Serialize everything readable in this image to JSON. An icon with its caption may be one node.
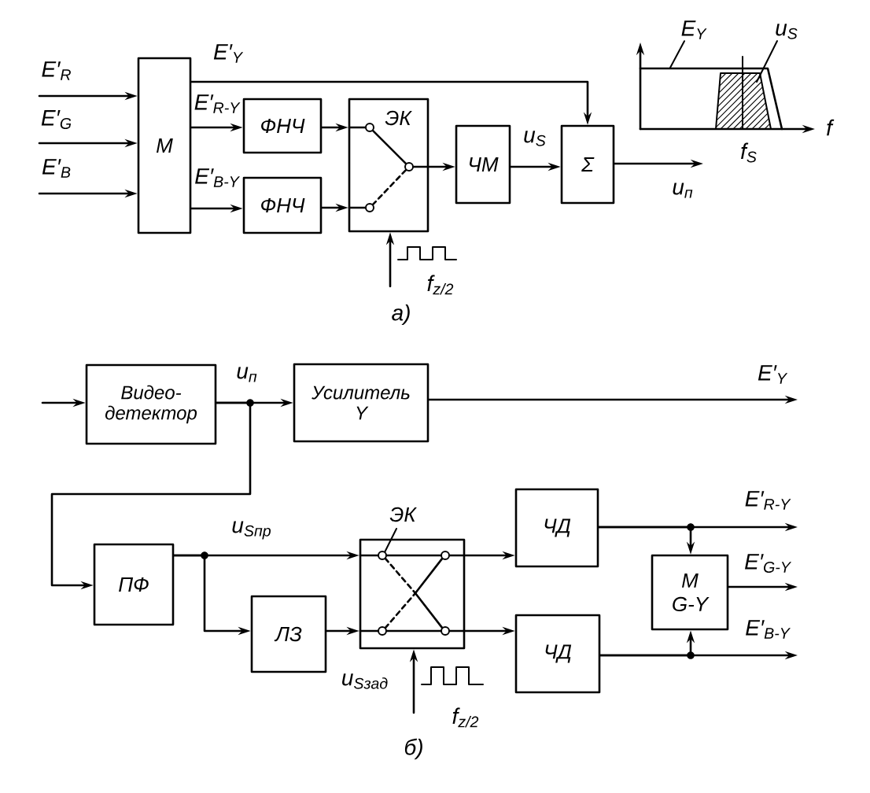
{
  "diagram": {
    "nodes": [
      {
        "text": [
          "М"
        ]
      },
      {
        "text": [
          "ФНЧ"
        ]
      },
      {
        "text": [
          "ФНЧ"
        ]
      },
      {
        "text": [
          "ЭК"
        ]
      },
      {
        "text": [
          "ЧМ"
        ]
      },
      {
        "text": [
          "Σ"
        ]
      },
      {
        "text": [
          "E$_{Y}$"
        ]
      },
      {
        "text": [
          "u$_{S}$"
        ]
      },
      {
        "text": [
          "Видео- детектор"
        ]
      },
      {
        "text": [
          "Усилитель Y"
        ]
      },
      {
        "text": [
          "ПФ"
        ]
      },
      {
        "text": [
          "ЛЗ"
        ]
      },
      {
        "text": [
          "ЭК"
        ]
      },
      {
        "text": [
          "ЧД"
        ]
      },
      {
        "text": [
          "ЧД"
        ]
      },
      {
        "text": [
          "М G-Y"
        ]
      }
    ],
    "edges": [
      {
        "from": null,
        "to": 0,
        "arrow": "to",
        "label": "E′$_{R}$"
      },
      {
        "from": null,
        "to": 0,
        "arrow": "to",
        "label": "E′$_{G}$"
      },
      {
        "from": null,
        "to": 0,
        "arrow": "to",
        "label": "E′$_{B}$"
      },
      {
        "from": 0,
        "to": 5,
        "arrow": "to",
        "label": "E′$_{Y}$"
      },
      {
        "from": 0,
        "to": 1,
        "arrow": "to",
        "label": "E′$_{R-Y}$"
      },
      {
        "from": 0,
        "to": 2,
        "arrow": "to",
        "label": "E′$_{B-Y}$"
      },
      {
        "from": 1,
        "to": 3,
        "arrow": "to"
      },
      {
        "from": 2,
        "to": 3,
        "arrow": "to"
      },
      {
        "from": null,
        "to": 3,
        "arrow": "to",
        "label": "f$_{z/2}$"
      },
      {
        "from": 3,
        "to": 4,
        "arrow": "to"
      },
      {
        "from": 4,
        "to": 5,
        "arrow": "to",
        "label": "u$_{S}$"
      },
      {
        "from": 5,
        "to": null,
        "arrow": "to",
        "label": "u$_{п}$"
      },
      {
        "from": 6,
        "to": null,
        "arrow": "none"
      },
      {
        "from": 7,
        "to": null,
        "arrow": "none"
      },
      {
        "from": null,
        "to": 8,
        "arrow": "to"
      },
      {
        "from": 8,
        "to": 9,
        "arrow": "to",
        "label": "u$_{п}$"
      },
      {
        "from": 8,
        "to": 10,
        "arrow": "to"
      },
      {
        "from": 9,
        "to": null,
        "arrow": "to",
        "label": "E′$_{Y}$"
      },
      {
        "from": 10,
        "to": 12,
        "arrow": "to",
        "label": "u$_{Sпр}$"
      },
      {
        "from": 10,
        "to": 11,
        "arrow": "to"
      },
      {
        "from": 11,
        "to": 12,
        "arrow": "to",
        "label": "u$_{Sзад}$"
      },
      {
        "from": null,
        "to": 12,
        "arrow": "to",
        "label": "f$_{z/2}$"
      },
      {
        "from": 12,
        "to": 13,
        "arrow": "to"
      },
      {
        "from": 12,
        "to": 14,
        "arrow": "to"
      },
      {
        "from": 13,
        "to": null,
        "arrow": "to",
        "label": "E′$_{R-Y}$"
      },
      {
        "from": 13,
        "to": 15,
        "arrow": "to"
      },
      {
        "from": 14,
        "to": null,
        "arrow": "to",
        "label": "E′$_{B-Y}$"
      },
      {
        "from": 14,
        "to": 15,
        "arrow": "to"
      },
      {
        "from": 15,
        "to": null,
        "arrow": "to",
        "label": "E′$_{G-Y}$"
      }
    ],
    "labels": [
      "f",
      "f$_{S}$",
      "а)",
      "б)"
    ]
  }
}
